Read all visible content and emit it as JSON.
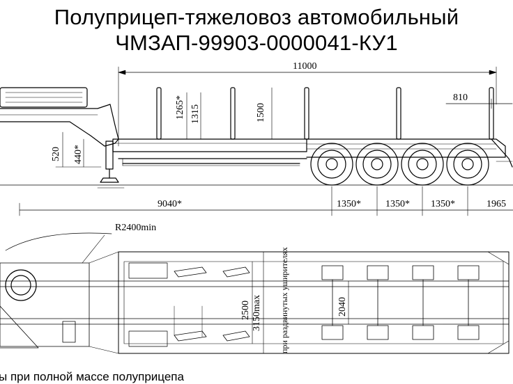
{
  "title": {
    "line1": "Полуприцеп-тяжеловоз автомобильный",
    "line2": "ЧМЗАП-99903-0000041-КУ1"
  },
  "side_view": {
    "overall_length": "11000",
    "stake_spacing": "810",
    "stake_height": "1265*",
    "deck_to_stake_top": "1315",
    "stake_height_rear": "1500",
    "fifth_wheel_height": "520",
    "deck_height": "440*",
    "kingpin_to_axle": "9040*",
    "axle_spacing_1": "1350*",
    "axle_spacing_2": "1350*",
    "axle_spacing_3": "1350*",
    "rear_overhang": "1965"
  },
  "top_view": {
    "turn_radius": "R2400min",
    "platform_width": "2500",
    "max_width": "3150max",
    "max_width_note": "при раздвинутых уширителях",
    "track_width": "2040"
  },
  "caption": "ы при полной массе полуприцепа"
}
